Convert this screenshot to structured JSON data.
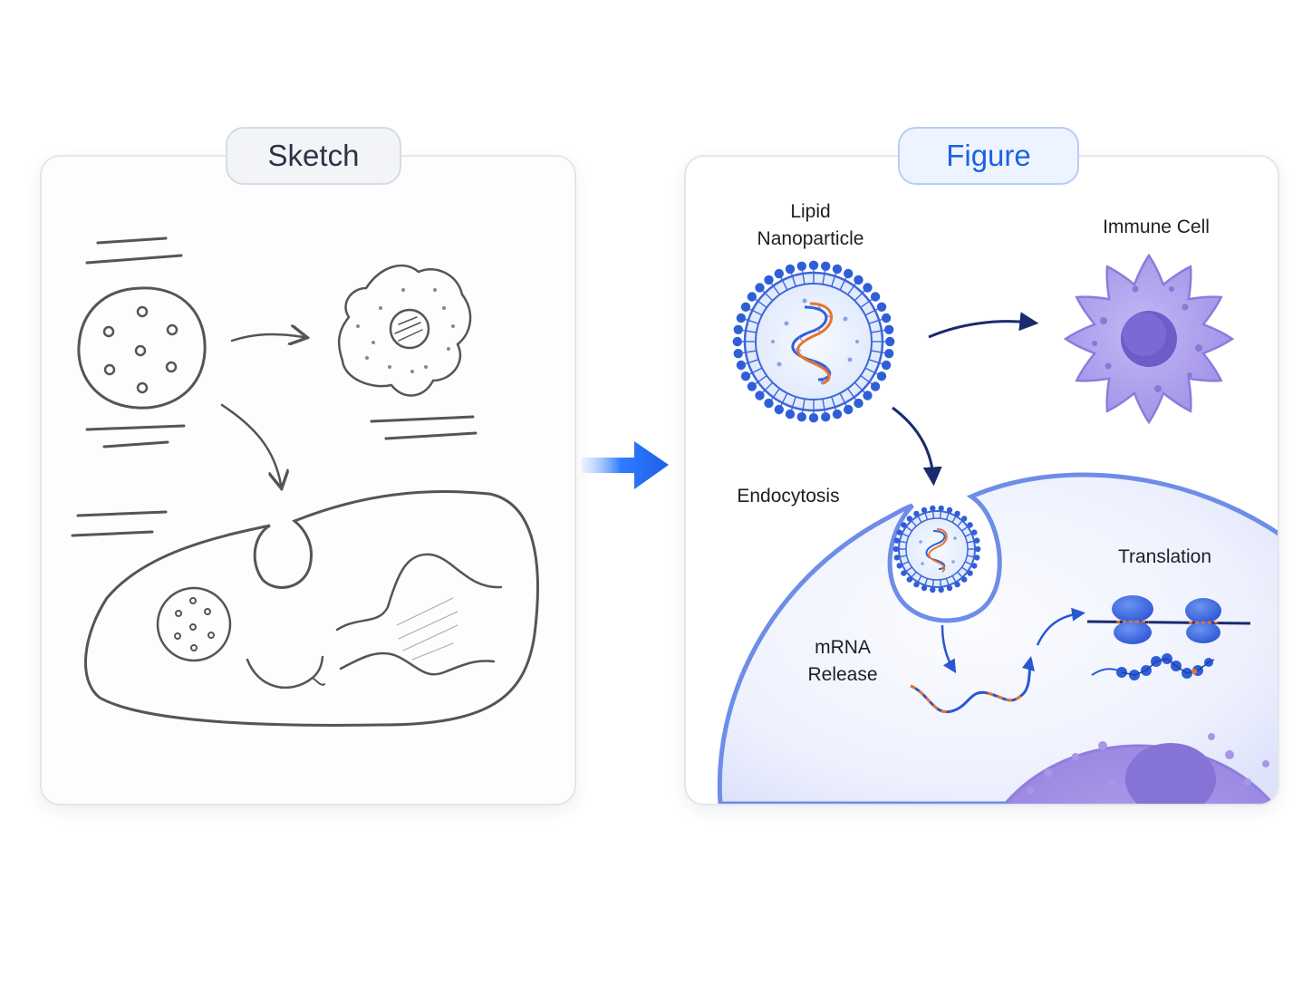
{
  "panels": {
    "sketch": {
      "title": "Sketch"
    },
    "figure": {
      "title": "Figure"
    }
  },
  "labels": {
    "nanoparticle_line1": "Lipid",
    "nanoparticle_line2": "Nanoparticle",
    "immune_cell": "Immune Cell",
    "endocytosis": "Endocytosis",
    "translation": "Translation",
    "mrna_line1": "mRNA",
    "mrna_line2": "Release"
  },
  "colors": {
    "accent_blue": "#1e63e0",
    "lipid_blue": "#2f5fd8",
    "rna_orange": "#e8742a",
    "immune_purple": "#9a88e6",
    "sketch_gray": "#555555",
    "arrow_navy": "#1a2a6e"
  }
}
